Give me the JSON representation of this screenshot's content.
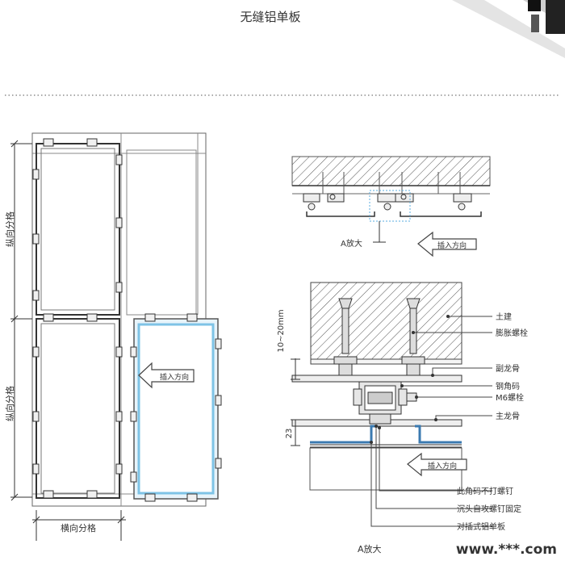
{
  "title": "无缝铝单板",
  "left_view": {
    "vertical_division_top": "纵向分格",
    "vertical_division_bottom": "纵向分格",
    "horizontal_division": "横向分格",
    "insert_direction": "插入方向"
  },
  "plan_view": {
    "detail_marker": "A放大",
    "insert_direction": "插入方向"
  },
  "detail_view": {
    "dim_gap": "10~20mm",
    "dim_23": "23",
    "callouts": [
      "土建",
      "膨胀螺栓",
      "副龙骨",
      "钢角码",
      "M6螺栓",
      "主龙骨",
      "此角码不打螺钉",
      "沉头自攻螺钉固定",
      "对插式铝单板"
    ],
    "insert_direction": "插入方向",
    "caption": "A放大"
  },
  "watermark": "www.***.com"
}
